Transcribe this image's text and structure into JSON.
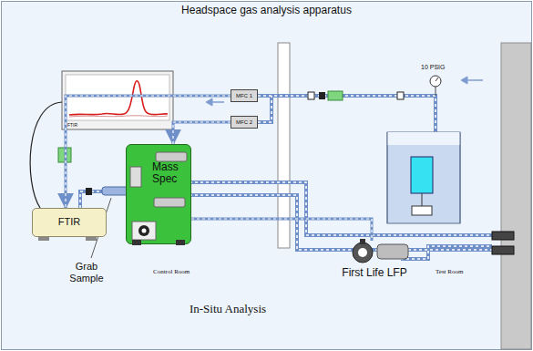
{
  "diagram": {
    "title": "Headspace gas analysis apparatus",
    "caption": "In-Situ Analysis",
    "nodes": [
      {
        "text": [
          "FTIR"
        ]
      },
      {
        "text": [
          "Mass Spec"
        ]
      },
      {
        "text": [
          "MFC 1"
        ]
      },
      {
        "text": [
          "MFC 2"
        ]
      },
      {
        "text": [
          "First Life LFP"
        ]
      }
    ],
    "edges": [
      {
        "from": 2,
        "to": 0,
        "arrow": "to"
      },
      {
        "from": 3,
        "to": 1,
        "arrow": "to"
      },
      {
        "from": 1,
        "to": 4,
        "arrow": "none"
      }
    ],
    "labels": [
      "FTIR",
      "Grab Sample",
      "10 PSIG",
      "Control Room",
      "Test Room"
    ]
  }
}
